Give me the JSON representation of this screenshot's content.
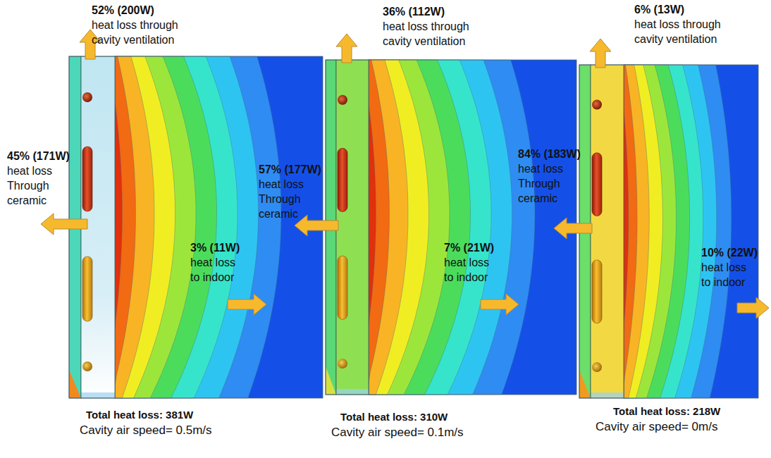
{
  "diagram": {
    "labels": [
      "52% (200W)",
      "heat loss through cavity ventilation",
      "45% (171W)",
      "heat loss Through ceramic",
      "3% (11W)",
      "heat loss to indoor",
      "Total heat loss: 381W",
      "Cavity air speed= 0.5m/s",
      "36% (112W)",
      "heat loss through cavity ventilation",
      "57% (177W)",
      "heat loss Through ceramic",
      "7% (21W)",
      "heat loss to indoor",
      "Total heat loss: 310W",
      "Cavity air speed= 0.1m/s",
      "6% (13W)",
      "heat loss through cavity ventilation",
      "84% (183W)",
      "heat loss Through ceramic",
      "10% (22W)",
      "heat loss to indoor",
      "Total heat loss: 218W",
      "Cavity air speed= 0m/s"
    ]
  }
}
